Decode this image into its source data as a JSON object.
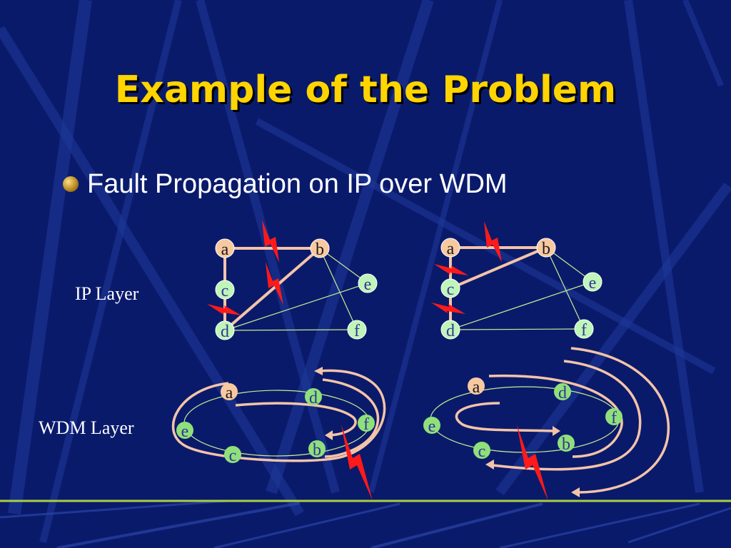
{
  "title": "Example of the Problem",
  "bullet": "Fault Propagation on IP over WDM",
  "labels": {
    "ip_layer": "IP Layer",
    "wdm_layer": "WDM Layer"
  },
  "node_labels": [
    "a",
    "b",
    "c",
    "d",
    "e",
    "f"
  ],
  "colors": {
    "background": "#0a1a6b",
    "title": "#ffd400",
    "node_peach": "#f8c9a0",
    "node_green": "#bff5b8",
    "node_text": "#1a1a1a",
    "node_text_green": "#333399",
    "ip_link": "#f4c4a8",
    "thin_link": "#c8ee90",
    "fault": "#ff1a1a",
    "baseline": "#a8d040"
  }
}
